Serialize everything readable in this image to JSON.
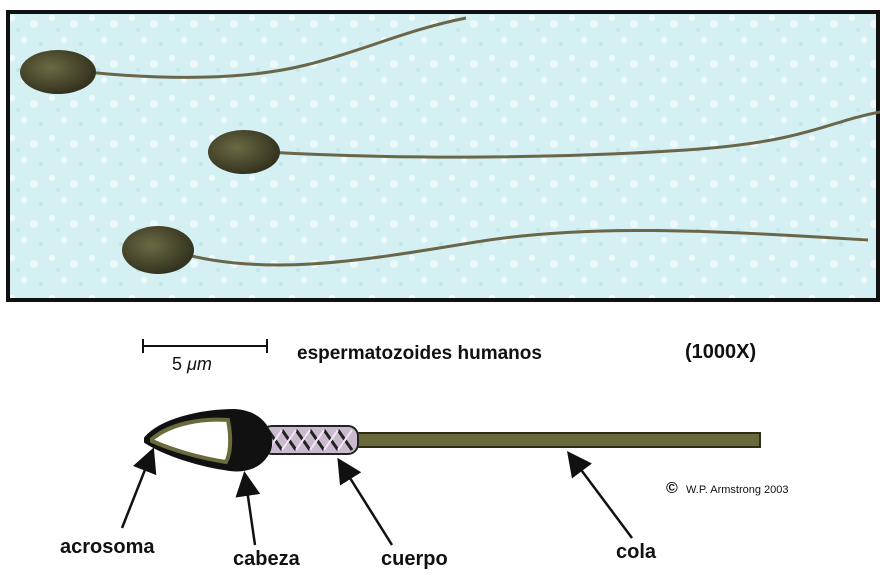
{
  "title": "espermatozoides humanos",
  "magnification": "(1000X)",
  "scale_bar": {
    "value": "5",
    "unit": "μm"
  },
  "credit": {
    "symbol": "©",
    "text": "W.P. Armstrong 2003"
  },
  "labels": {
    "acrosoma": "acrosoma",
    "cabeza": "cabeza",
    "cuerpo": "cuerpo",
    "cola": "cola"
  },
  "colors": {
    "micrograph_bg": "#cfeef2",
    "frame": "#111111",
    "head": "#4a4a2e",
    "tail": "#5e5a3c",
    "diagram_tail": "#6b6a3c",
    "midpiece": "#d8c8dc"
  }
}
